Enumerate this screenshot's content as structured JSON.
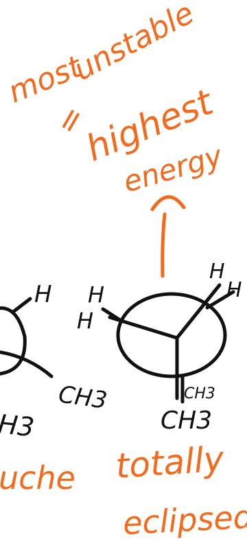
{
  "colors": {
    "annotation": "#f36a1d",
    "structure": "#111111",
    "background": "#ffffff"
  },
  "annotations": {
    "line1_word1": "most",
    "line1_word2": "unstable",
    "equals_sign": "=",
    "line2": "highest",
    "line3": "energy",
    "bottom_left_partial": "uche",
    "bottom_right_line1": "totally",
    "bottom_right_line2": "eclipsed"
  },
  "left_newman": {
    "label_h": "H",
    "label_ch3_right": "CH3",
    "label_ch3_bottom_partial": "H3"
  },
  "right_newman": {
    "label_h_upper_left": "H",
    "label_h_left": "H",
    "label_h_upper_right_1": "H",
    "label_h_upper_right_2": "H",
    "label_ch3_small": "CH3",
    "label_ch3_bottom": "CH3"
  }
}
